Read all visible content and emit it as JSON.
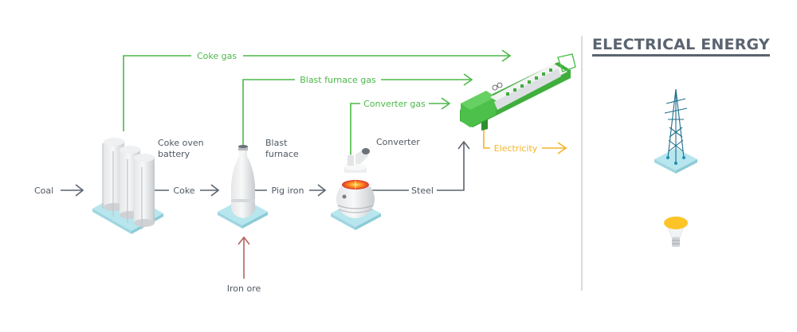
{
  "diagram": {
    "section_title": "ELECTRICAL ENERGY",
    "colors": {
      "process_flow": "#5a6470",
      "gas_flow": "#4cb84a",
      "electricity_flow": "#f2b42b",
      "raw_material_flow": "#b5625e",
      "platform": "#b7e6ee",
      "engine": "#4cc04a"
    },
    "nodes": {
      "coke_oven": {
        "label_line1": "Coke oven",
        "label_line2": "battery"
      },
      "blast_furnace": {
        "label_line1": "Blast",
        "label_line2": "furnace"
      },
      "converter": {
        "label": "Converter"
      },
      "gas_engine": {
        "label": ""
      },
      "power_pylon": {
        "label": ""
      },
      "light_bulb": {
        "label": ""
      }
    },
    "flows": {
      "coal": "Coal",
      "coke": "Coke",
      "pig_iron": "Pig iron",
      "steel": "Steel",
      "iron_ore": "Iron ore",
      "coke_gas": "Coke gas",
      "blast_furnace_gas": "Blast furnace gas",
      "converter_gas": "Converter gas",
      "electricity": "Electricity"
    }
  }
}
